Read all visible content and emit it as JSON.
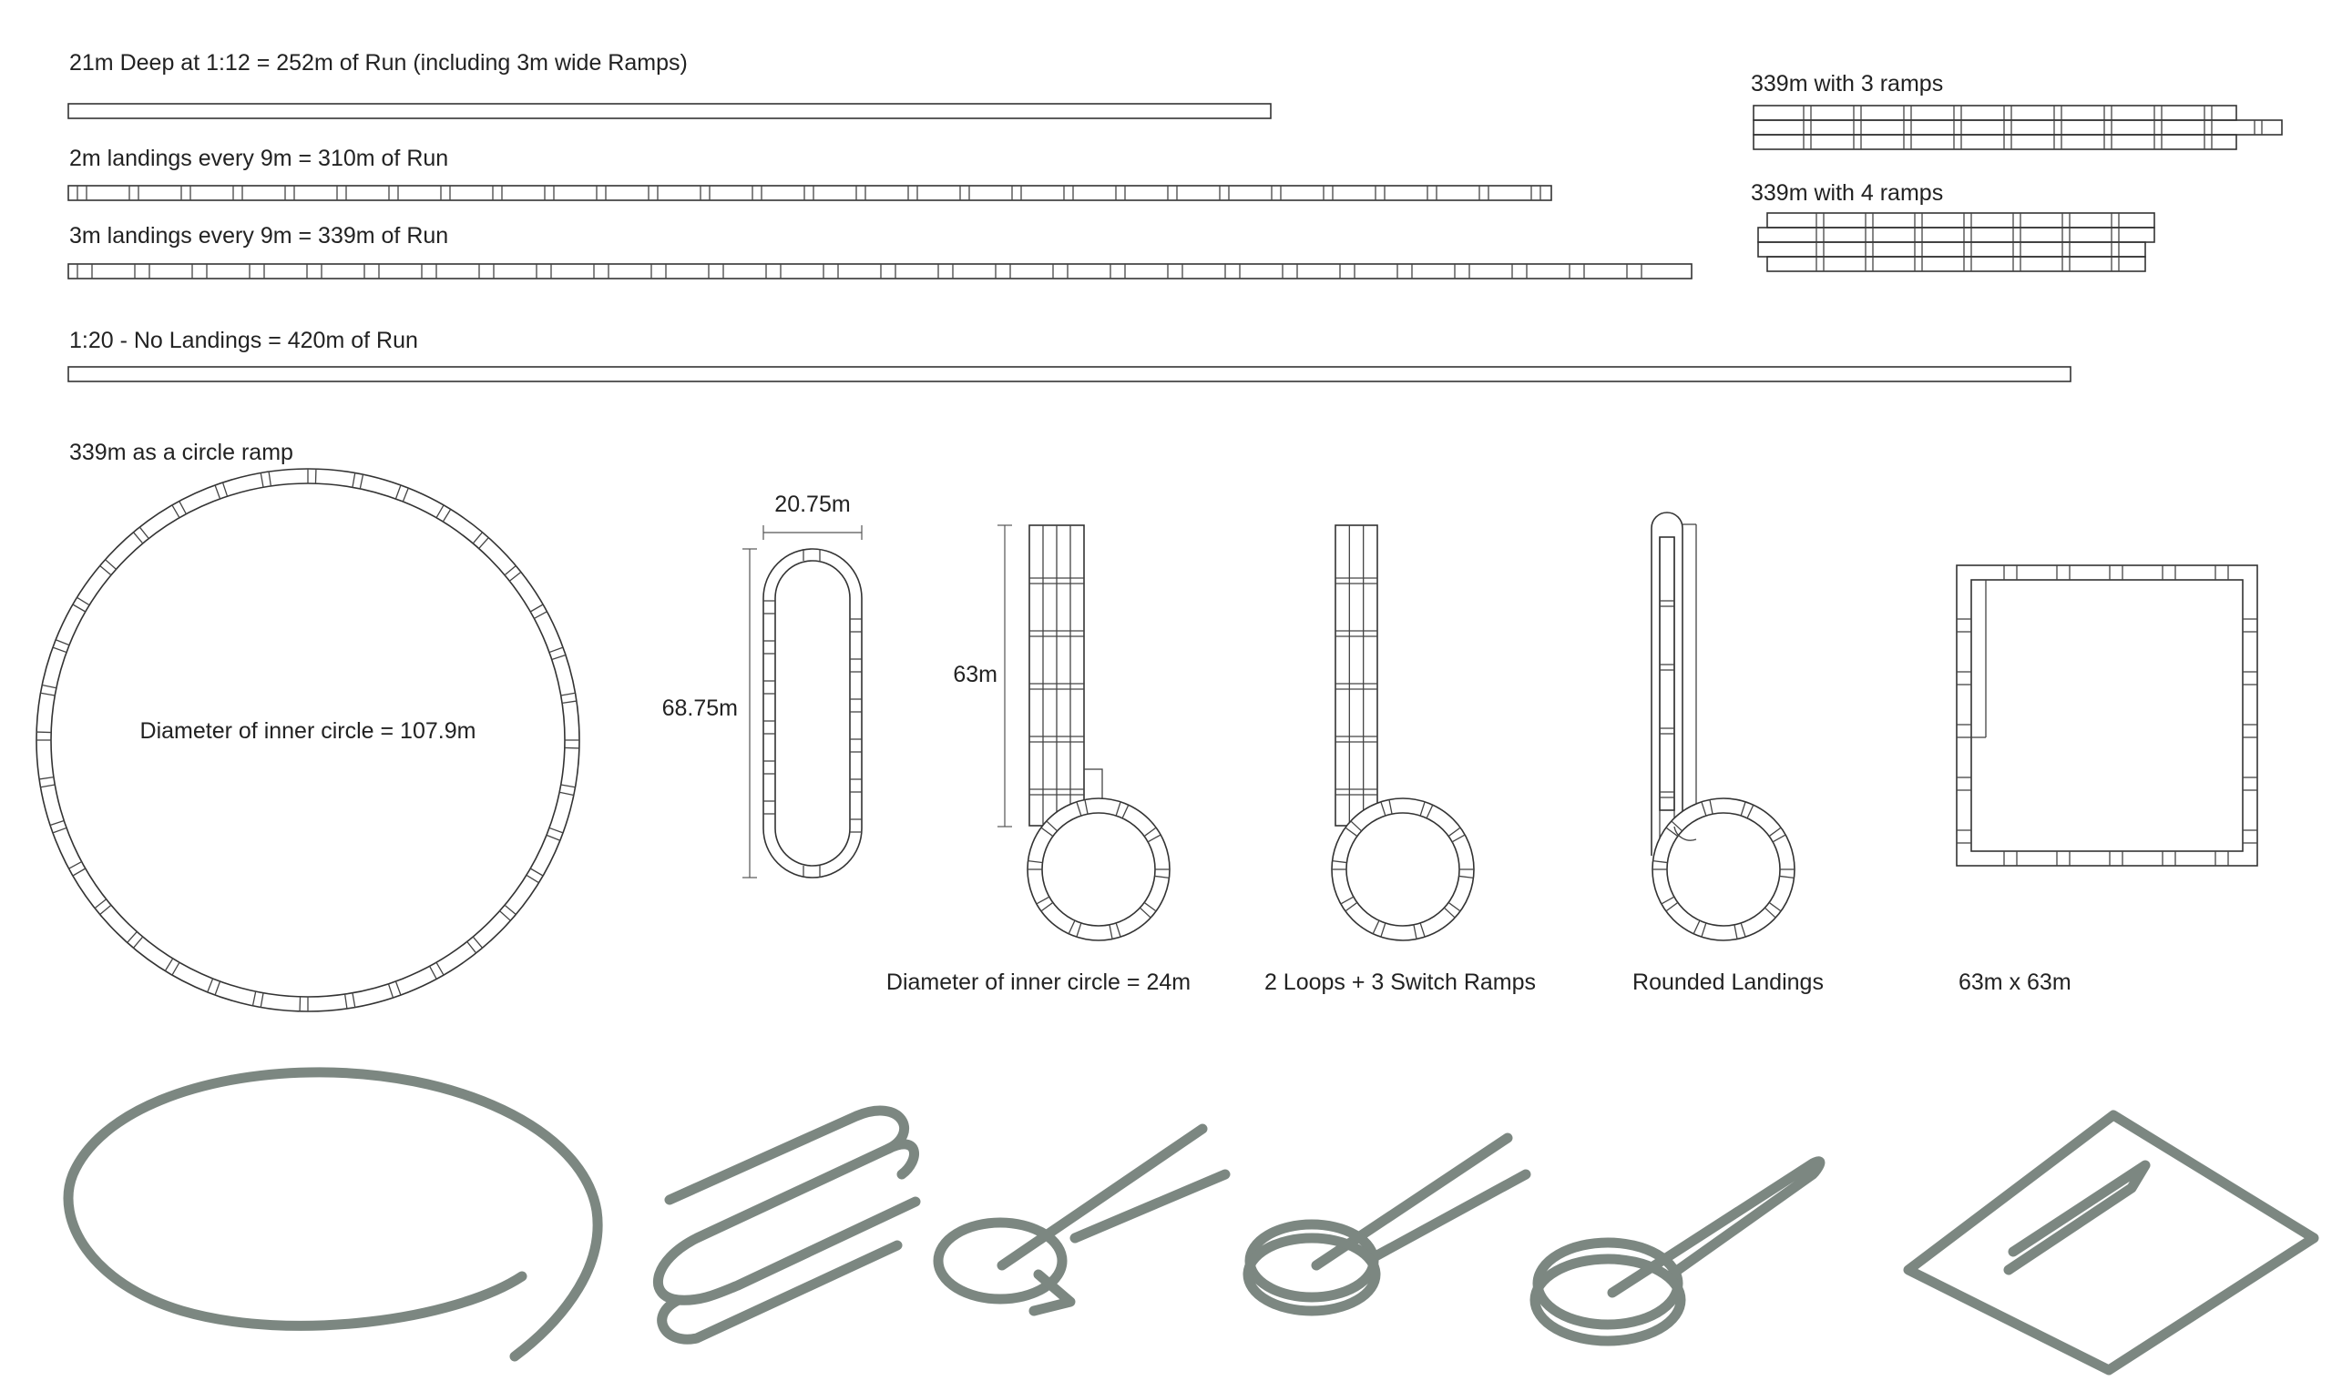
{
  "labels": {
    "ramp_112": "21m Deep at 1:12 = 252m of Run (including 3m wide Ramps)",
    "landings_2m": "2m landings every 9m = 310m of Run",
    "landings_3m": "3m landings every 9m = 339m of Run",
    "no_landings": "1:20 - No Landings = 420m of Run",
    "three_ramps": "339m with 3 ramps",
    "four_ramps": "339m with 4 ramps",
    "circle_ramp": "339m as a circle ramp",
    "inner_diameter_large": "Diameter of inner circle = 107.9m",
    "width_dim": "20.75m",
    "height_dim": "68.75m",
    "height_63": "63m",
    "inner_diameter_small": "Diameter of inner circle = 24m",
    "loops_switch": "2 Loops + 3 Switch Ramps",
    "rounded_landings": "Rounded Landings",
    "square_dim": "63m x 63m"
  },
  "colors": {
    "line": "#333333",
    "sketch": "#7c8781",
    "text": "#222222"
  }
}
